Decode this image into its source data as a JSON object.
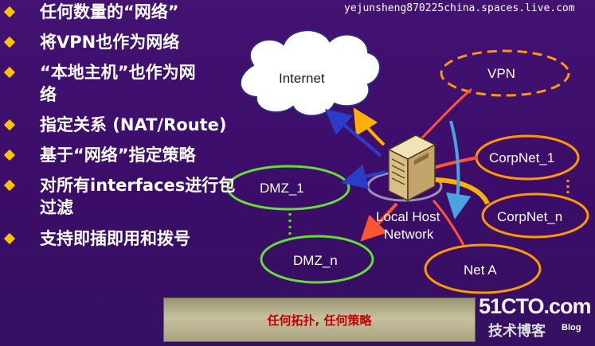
{
  "bullets": [
    "任何数量的“网络”",
    "将VPN也作为网络",
    "“本地主机”也作为网",
    "络",
    "指定关系 (NAT/Route)",
    "基于“网络”指定策略",
    "对所有interfaces进行包",
    "过滤",
    "支持即插即用和拨号"
  ],
  "watermark": "yejunsheng870225china.spaces.live.com",
  "nodes": {
    "internet": "Internet",
    "vpn": "VPN",
    "corpnet_1": "CorpNet_1",
    "corpnet_n": "CorpNet_n",
    "dmz_1": "DMZ_1",
    "dmz_n": "DMZ_n",
    "net_a": "Net A",
    "local_host": "Local Host",
    "local_host_network": "Network"
  },
  "banner": "任何拓扑, 任何策略",
  "logo": {
    "main": "51CTO.com",
    "sub": "技术博客",
    "tag": "Blog"
  },
  "colors": {
    "background": "#3d0f6e",
    "bullet_marker": "#ffc400",
    "ellipse_orange": "#ff9900",
    "ellipse_green": "#66dd33",
    "banner_text": "#c40000"
  }
}
